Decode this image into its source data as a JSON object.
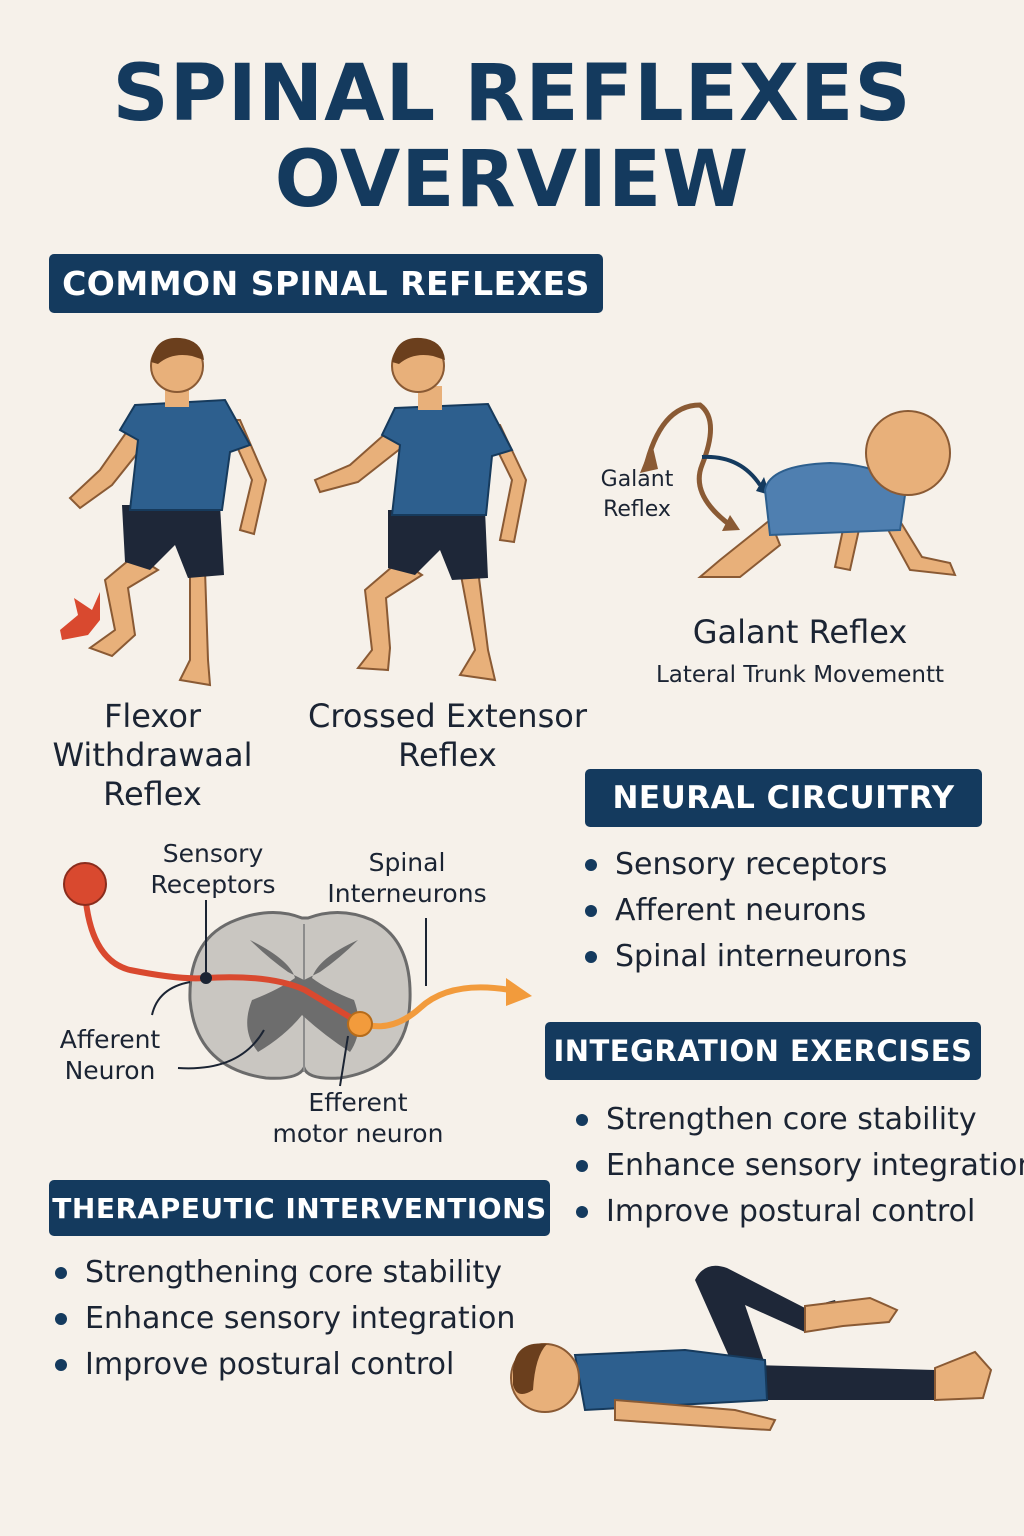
{
  "title": {
    "line1": "SPINAL REFLEXES",
    "line2": "OVERVIEW"
  },
  "section_common": "COMMON SPINAL REFLEXES",
  "reflexes": {
    "flexor": {
      "line1": "Flexor",
      "line2": "Withdrawaal",
      "line3": "Reflex"
    },
    "crossed": {
      "line1": "Crossed Extensor",
      "line2": "Reflex"
    },
    "galant": {
      "title": "Galant Reflex",
      "subtitle": "Lateral Trunk Movementt",
      "arrow_label_1": "Galant",
      "arrow_label_2": "Reflex"
    }
  },
  "diagram": {
    "sensory_1": "Sensory",
    "sensory_2": "Receptors",
    "spinal_1": "Spinal",
    "spinal_2": "Interneurons",
    "afferent_1": "Afferent",
    "afferent_2": "Neuron",
    "efferent_1": "Efferent",
    "efferent_2": "motor neuron"
  },
  "neural_circuitry": {
    "heading": "NEURAL CIRCUITRY",
    "items": [
      "Sensory receptors",
      "Afferent neurons",
      "Spinal interneurons"
    ]
  },
  "integration_exercises": {
    "heading": "INTEGRATION EXERCISES",
    "items": [
      "Strengthen core stability",
      "Enhance sensory integration",
      "Improve postural control"
    ]
  },
  "therapeutic_interventions": {
    "heading": "THERAPEUTIC INTERVENTIONS",
    "items": [
      "Strengthening core stability",
      "Enhance sensory integration",
      "Improve postural control"
    ]
  },
  "colors": {
    "navy": "#143a5e",
    "shirt": "#2d5f8e",
    "shorts": "#1e2738",
    "skin": "#e8b07a",
    "afferent": "#d9492f",
    "efferent": "#f29b3c",
    "cord": "#c9c6c1",
    "gray_matter": "#6d6d6d"
  }
}
